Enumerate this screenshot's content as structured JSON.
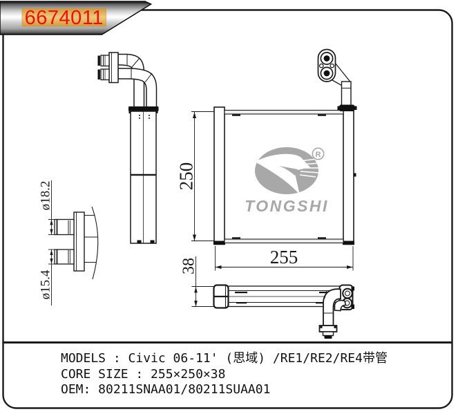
{
  "banner": {
    "part_number": "6674011"
  },
  "watermark": {
    "brand": "TONGSHI",
    "registered_r": "R"
  },
  "dims": {
    "height": "250",
    "width": "255",
    "depth": "38",
    "pipe_top": "ø18.2",
    "pipe_bottom": "ø15.4"
  },
  "specs": {
    "models": "MODELS : Civic 06-11' (思域) /RE1/RE2/RE4带管",
    "core_size": "CORE SIZE : 255×250×38",
    "oem": "OEM: 80211SNAA01/80211SUAA01"
  },
  "colors": {
    "line_black": "#1a1a1a",
    "banner_text_red": "#ee0f0f",
    "banner_label_gold": "#e8b254",
    "watermark_gray": "#a8a8a8"
  }
}
